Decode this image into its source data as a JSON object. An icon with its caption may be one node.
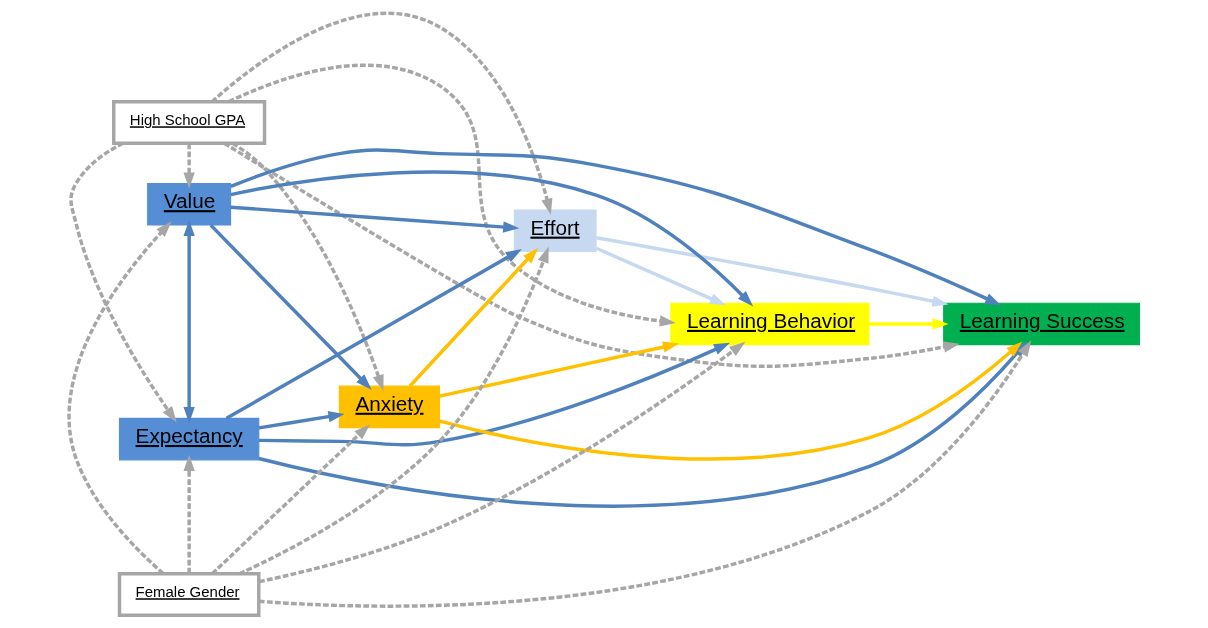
{
  "diagram": {
    "nodes": [
      {
        "text": [
          "High School GPA"
        ]
      },
      {
        "text": [
          "Expectancy"
        ]
      },
      {
        "text": [
          "Effort"
        ]
      },
      {
        "text": [
          "Anxiety"
        ]
      },
      {
        "text": [
          "Learning Behavior"
        ]
      },
      {
        "text": [
          "Learning Success"
        ]
      },
      {
        "text": [
          "Value"
        ]
      },
      {
        "text": [
          "Female Gender"
        ]
      }
    ],
    "edges": [
      {
        "from": 0,
        "to": 1,
        "arrow": "to",
        "style": "dashed"
      },
      {
        "from": 0,
        "to": 6,
        "arrow": "to",
        "style": "dashed"
      },
      {
        "from": 0,
        "to": 3,
        "arrow": "to",
        "style": "dashed"
      },
      {
        "from": 0,
        "to": 2,
        "arrow": "to",
        "style": "dashed"
      },
      {
        "from": 0,
        "to": 4,
        "arrow": "to",
        "style": "dashed"
      },
      {
        "from": 0,
        "to": 5,
        "arrow": "to",
        "style": "dashed"
      },
      {
        "from": 1,
        "to": 6,
        "arrow": "both",
        "color": "#4f81bd"
      },
      {
        "from": 1,
        "to": 3,
        "arrow": "to",
        "color": "#4f81bd"
      },
      {
        "from": 1,
        "to": 2,
        "arrow": "to",
        "color": "#4f81bd"
      },
      {
        "from": 1,
        "to": 4,
        "arrow": "to",
        "color": "#4f81bd"
      },
      {
        "from": 1,
        "to": 5,
        "arrow": "to",
        "color": "#4f81bd"
      },
      {
        "from": 6,
        "to": 3,
        "arrow": "to",
        "color": "#4f81bd"
      },
      {
        "from": 6,
        "to": 2,
        "arrow": "to",
        "color": "#4f81bd"
      },
      {
        "from": 6,
        "to": 4,
        "arrow": "to",
        "color": "#4f81bd"
      },
      {
        "from": 6,
        "to": 5,
        "arrow": "to",
        "color": "#4f81bd"
      },
      {
        "from": 3,
        "to": 2,
        "arrow": "to",
        "color": "#ffc000"
      },
      {
        "from": 3,
        "to": 4,
        "arrow": "to",
        "color": "#ffc000"
      },
      {
        "from": 3,
        "to": 5,
        "arrow": "to",
        "color": "#ffc000"
      },
      {
        "from": 2,
        "to": 4,
        "arrow": "to",
        "color": "#c6d9f1"
      },
      {
        "from": 2,
        "to": 5,
        "arrow": "to",
        "color": "#c6d9f1"
      },
      {
        "from": 4,
        "to": 5,
        "arrow": "to",
        "color": "#ffff00"
      },
      {
        "from": 7,
        "to": 1,
        "arrow": "to",
        "style": "dashed"
      },
      {
        "from": 7,
        "to": 6,
        "arrow": "to",
        "style": "dashed"
      },
      {
        "from": 7,
        "to": 3,
        "arrow": "to",
        "style": "dashed"
      },
      {
        "from": 7,
        "to": 2,
        "arrow": "to",
        "style": "dashed"
      },
      {
        "from": 7,
        "to": 4,
        "arrow": "to",
        "style": "dashed"
      },
      {
        "from": 7,
        "to": 5,
        "arrow": "to",
        "style": "dashed"
      }
    ]
  }
}
